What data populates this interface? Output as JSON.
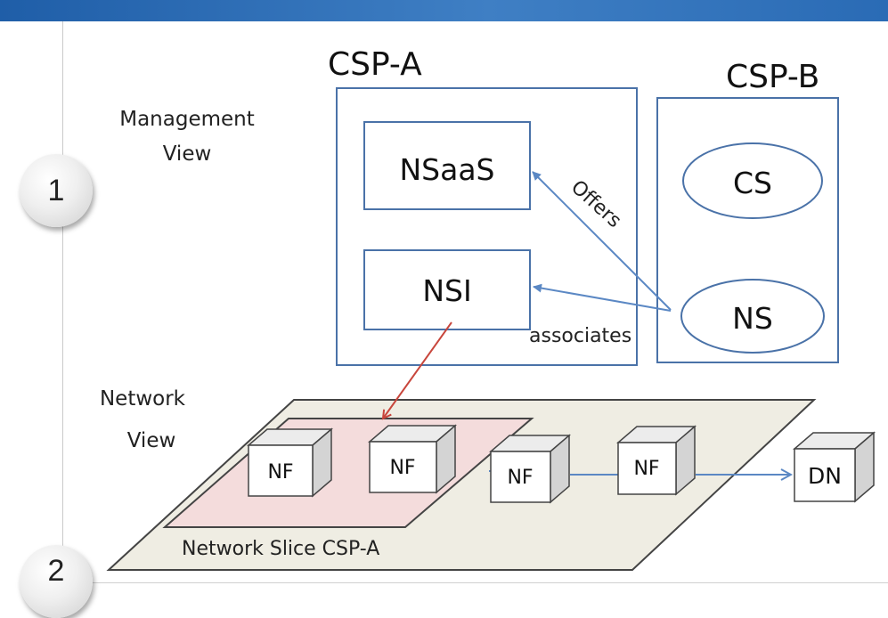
{
  "steps": [
    "1",
    "2"
  ],
  "labels": {
    "management_view": [
      "Management",
      "View"
    ],
    "network_view": [
      "Network",
      "View"
    ],
    "csp_a": "CSP-A",
    "csp_b": "CSP-B",
    "nsaas": "NSaaS",
    "nsi": "NSI",
    "cs": "CS",
    "ns": "NS",
    "offers": "Offers",
    "associates": "associates",
    "network_slice": "Network Slice CSP-A",
    "nf": "NF",
    "dn": "DN"
  },
  "colors": {
    "box_stroke": "#4a72a8",
    "arrow_blue": "#5b88c4",
    "arrow_red": "#c8463c",
    "platform_fill": "#efede3",
    "slice_fill": "#f4dcdc"
  }
}
